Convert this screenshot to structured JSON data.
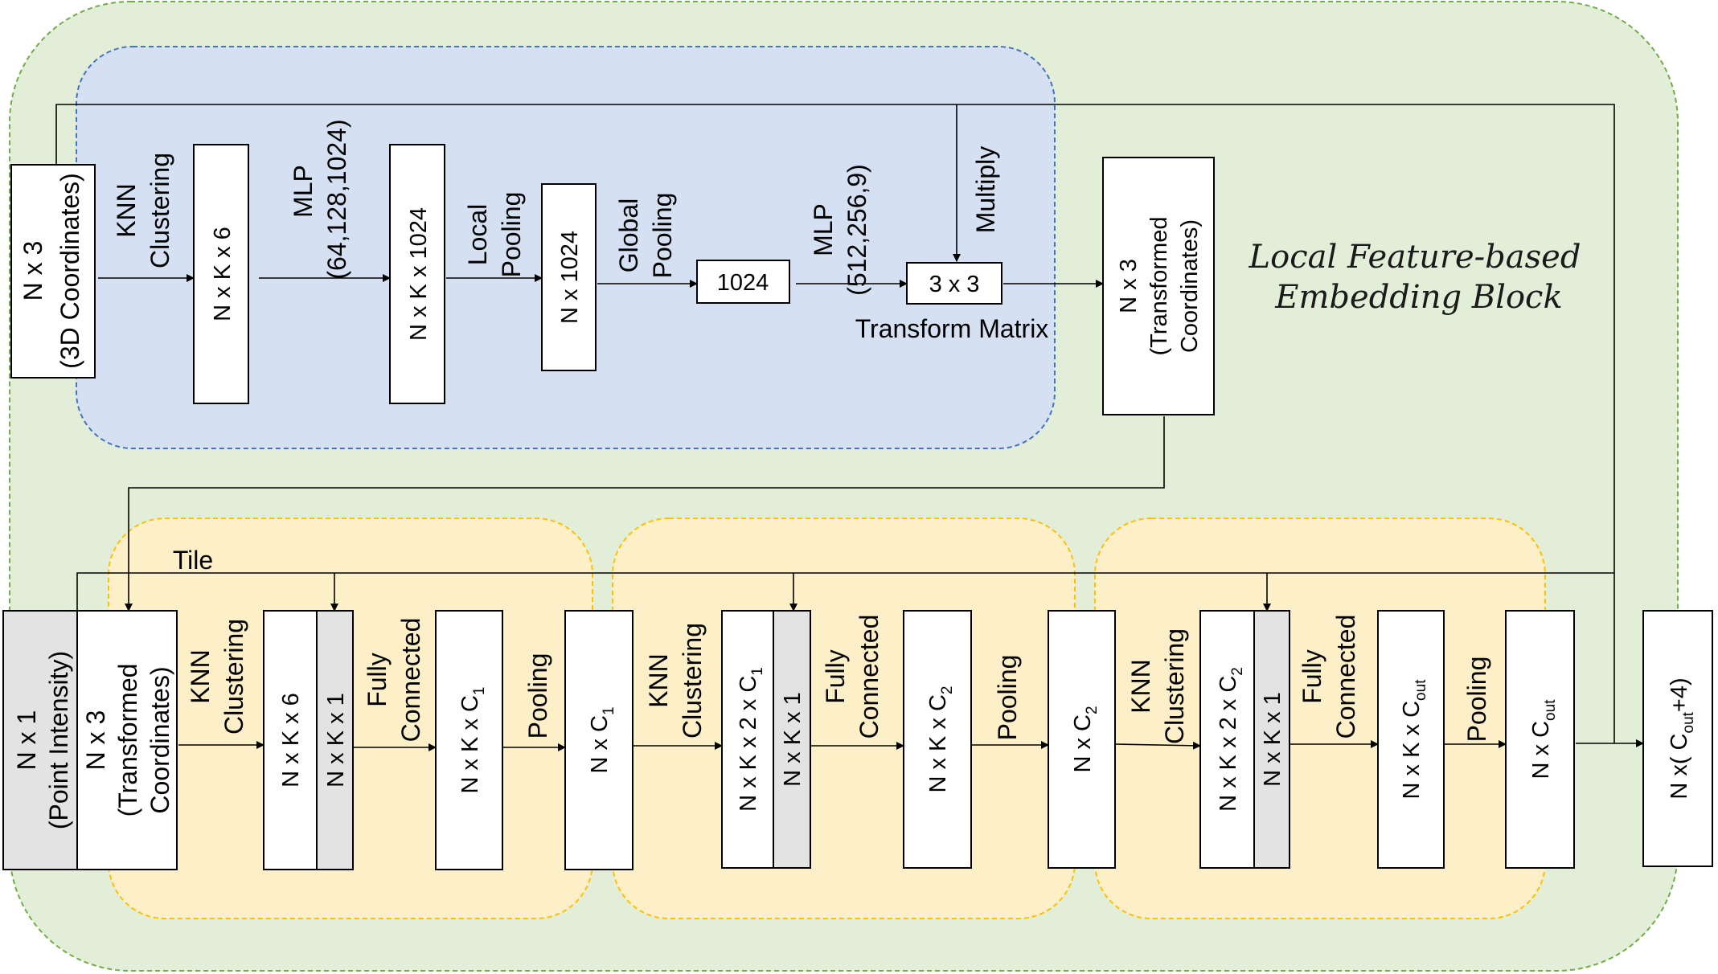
{
  "colors": {
    "outer_region": "#e2eed7",
    "outer_border": "#70ad47",
    "tnet_region": "#d6e0f3",
    "tnet_border": "#4472c4",
    "layer_region": "#fdefc7",
    "layer_border": "#ffc000",
    "shaded_box": "#e3e3e3"
  },
  "title": {
    "line1": "Local Feature-based",
    "line2": "Embedding Block"
  },
  "top_row": {
    "input": {
      "line1": "N x 3",
      "line2": "(3D Coordinates)"
    },
    "op_knn": {
      "line1": "KNN",
      "line2": "Clustering"
    },
    "box_nk6": "N x K x 6",
    "op_mlp1": {
      "line1": "MLP",
      "line2": "(64,128,1024)"
    },
    "box_nk1024": "N x K x 1024",
    "op_local_pool": {
      "line1": "Local",
      "line2": "Pooling"
    },
    "box_n1024": "N x 1024",
    "op_global_pool": {
      "line1": "Global",
      "line2": "Pooling"
    },
    "box_1024": "1024",
    "op_mlp2": {
      "line1": "MLP",
      "line2": "(512,256,9)"
    },
    "box_3x3": "3 x 3",
    "transform_matrix_label": "Transform Matrix",
    "multiply_label": "Multiply",
    "output": {
      "line1": "N x 3",
      "line2": "(Transformed",
      "line3": "Coordinates)"
    }
  },
  "bottom_row": {
    "tile_label": "Tile",
    "input_intensity": {
      "line1": "N x 1",
      "line2": "(Point Intensity)"
    },
    "input_coords": {
      "line1": "N x 3",
      "line2": "(Transformed",
      "line3": "Coordinates)"
    },
    "layer1": {
      "op_knn": {
        "line1": "KNN",
        "line2": "Clustering"
      },
      "box_a": "N x K x 6",
      "box_b": "N x K x 1",
      "op_fc": {
        "line1": "Fully",
        "line2": "Connected"
      },
      "box_fc": {
        "main": "N x K x C",
        "sub": "1"
      },
      "op_pool": "Pooling",
      "box_out": {
        "main": "N x C",
        "sub": "1"
      }
    },
    "layer2": {
      "op_knn": {
        "line1": "KNN",
        "line2": "Clustering"
      },
      "box_a": {
        "main": "N x K x 2 x C",
        "sub": "1"
      },
      "box_b": "N x K x 1",
      "op_fc": {
        "line1": "Fully",
        "line2": "Connected"
      },
      "box_fc": {
        "main": "N x K x C",
        "sub": "2"
      },
      "op_pool": "Pooling",
      "box_out": {
        "main": "N x C",
        "sub": "2"
      }
    },
    "layer3": {
      "op_knn": {
        "line1": "KNN",
        "line2": "Clustering"
      },
      "box_a": {
        "main": "N x K x 2 x C",
        "sub": "2"
      },
      "box_b": "N x K x 1",
      "op_fc": {
        "line1": "Fully",
        "line2": "Connected"
      },
      "box_fc": {
        "main": "N x K x C",
        "sub": "out"
      },
      "op_pool": "Pooling",
      "box_out": {
        "main": "N x C",
        "sub": "out"
      }
    },
    "final_output": {
      "pre": "N x( C",
      "sub": "out",
      "post": "+4)"
    }
  }
}
